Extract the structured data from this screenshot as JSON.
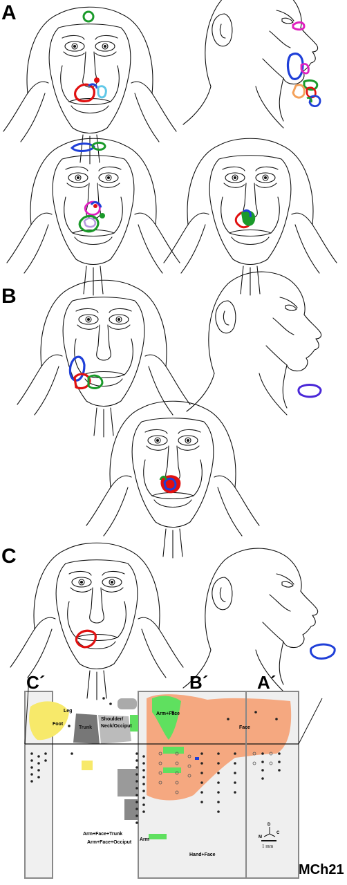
{
  "panels": [
    {
      "letter": "A"
    },
    {
      "letter": "B"
    },
    {
      "letter": "C"
    }
  ],
  "map": {
    "region_labels": [
      "C´",
      "B´",
      "A´"
    ],
    "area_labels": {
      "leg": "Leg",
      "foot": "Foot",
      "trunk": "Trunk",
      "shoulder": "Shoulder/",
      "neck": "Neck/Occiput",
      "arm_face": "Arm+Face",
      "face": "Face",
      "arm": "Arm",
      "hand_face": "Hand+Face",
      "arm_face_trunk": "Arm+Face+Trunk",
      "arm_face_occiput": "Arm+Face+Occiput"
    },
    "compass": {
      "d": "D",
      "m": "M",
      "c": "C"
    },
    "scale_label": "1 mm",
    "case_id": "MCh21"
  },
  "colors": {
    "red": "#e01010",
    "blue": "#1f3fd8",
    "green": "#1a9a2a",
    "magenta": "#e020c0",
    "cyan": "#60c8e8",
    "orange": "#f4a15a",
    "purple": "#4a28d8",
    "lavender": "#b79ae0",
    "salmon": "#f5a880",
    "lightgreen": "#5fe05f",
    "yellow": "#f7e96a",
    "grayfill": "#888888"
  }
}
